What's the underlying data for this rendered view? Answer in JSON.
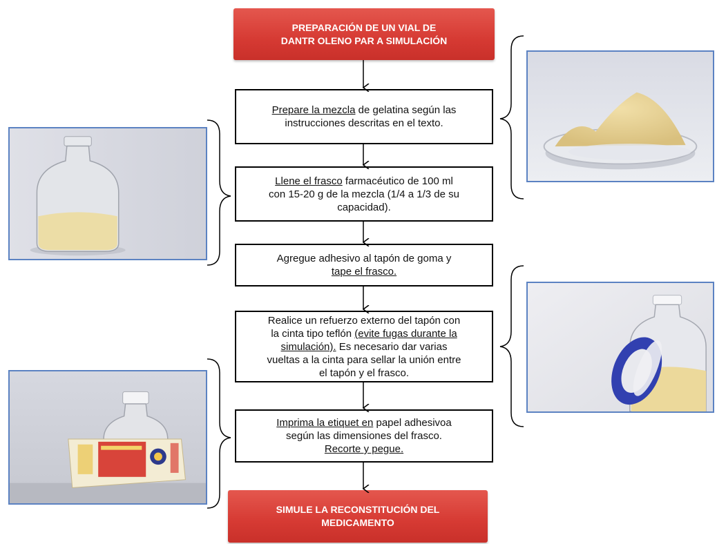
{
  "title_box": {
    "line1": "PREPARACIÓN DE UN VIAL DE",
    "line2": "DANTR OLENO PAR A SIMULACIÓN"
  },
  "steps": [
    {
      "line1_u": "Prepare la mezcla",
      "line1_rest": " de gelatina según las",
      "line2": "instrucciones descritas en el texto."
    },
    {
      "line1_u": "Llene el frasco",
      "line1_rest": " farmacéutico de 100 ml",
      "line2": "con 15-20 g de la mezcla (1/4 a 1/3 de su",
      "line3": "capacidad)."
    },
    {
      "line1": "Agregue adhesivo al tapón de goma y",
      "line2_u": "tape el frasco. "
    },
    {
      "line1": "Realice un refuerzo externo del tapón con",
      "line2_pre": "la cinta tipo teflón ",
      "line2_u": "(evite fugas durante la",
      "line3_u": "simulación).",
      "line3_rest": " Es necesario dar varias",
      "line4": "vueltas a la cinta para sellar la unión entre",
      "line5": "el tapón y el frasco."
    },
    {
      "line1_u": "Imprima la etiquet en",
      "line1_rest": " papel adhesivoa",
      "line2": "según las dimensiones del frasco.",
      "line3_u": "Recorte y pegue. "
    }
  ],
  "final_box": {
    "line1": "SIMULE LA RECONSTITUCIÓN DEL",
    "line2": "MEDICAMENTO"
  },
  "colors": {
    "red_box": "#d63a33",
    "photo_border": "#5b82c2",
    "tape_blue": "#3140b0"
  }
}
